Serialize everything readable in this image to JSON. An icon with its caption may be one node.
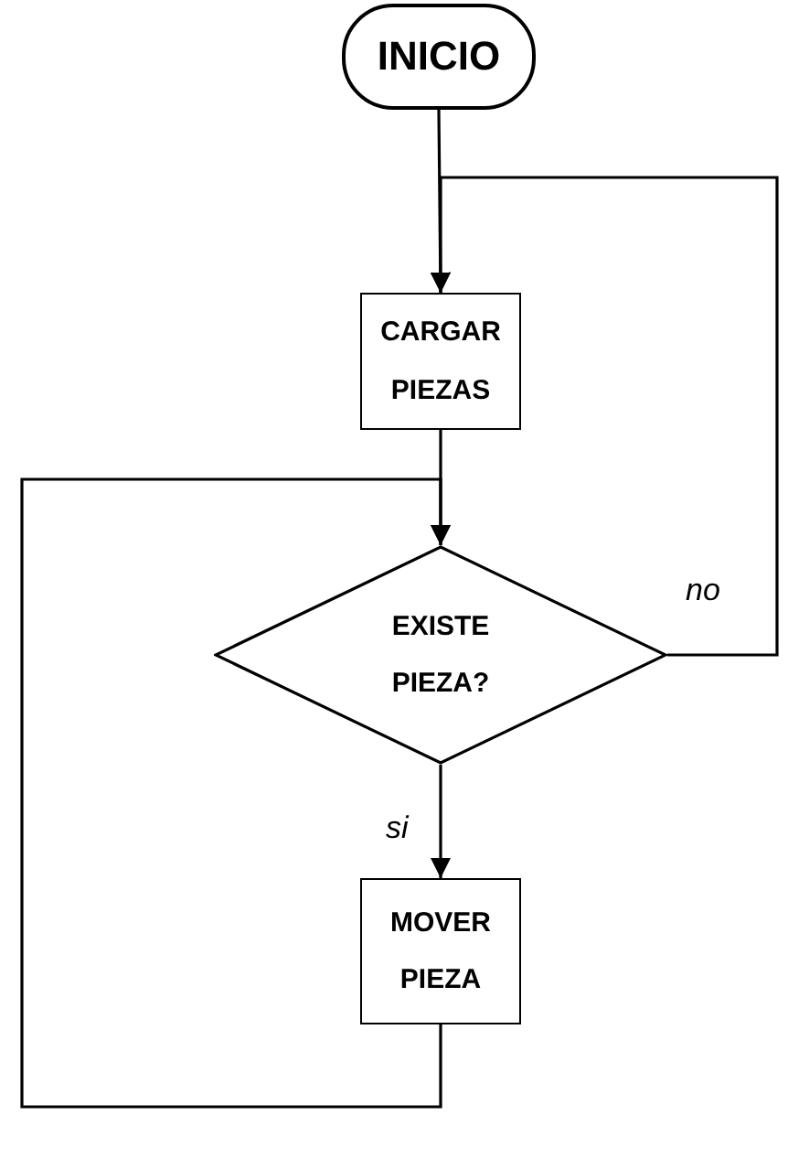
{
  "diagram": {
    "nodes": [
      {
        "text": [
          "INICIO"
        ]
      },
      {
        "text": [
          "CARGAR PIEZAS"
        ]
      },
      {
        "text": [
          "EXISTE PIEZA?"
        ]
      },
      {
        "text": [
          "MOVER PIEZA"
        ]
      }
    ],
    "edges": [
      {
        "from": 0,
        "to": 1,
        "arrow": "to"
      },
      {
        "from": 1,
        "to": 2,
        "arrow": "to"
      },
      {
        "from": 2,
        "to": 3,
        "arrow": "to",
        "label": "si"
      },
      {
        "from": 3,
        "to": 2,
        "arrow": "to"
      },
      {
        "from": 2,
        "to": 1,
        "arrow": "to",
        "label": "no"
      }
    ]
  }
}
